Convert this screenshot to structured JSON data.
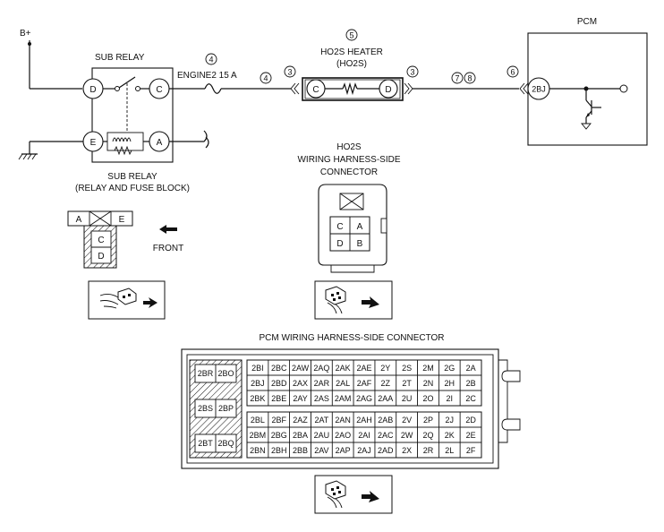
{
  "diagram": {
    "b_plus": "B+",
    "sub_relay_title": "SUB RELAY",
    "sub_relay_caption": [
      "SUB RELAY",
      "(RELAY AND FUSE BLOCK)"
    ],
    "relay_terminals": {
      "d": "D",
      "c": "C",
      "e": "E",
      "a": "A"
    },
    "fuse": {
      "marker": "4",
      "label": "ENGINE2 15 A",
      "marker2": "4"
    },
    "heater": {
      "marker": "5",
      "title": "HO2S HEATER",
      "subtitle": "(HO2S)",
      "left_conn": "3",
      "right_conn": "3",
      "term_left": "C",
      "term_right": "D"
    },
    "wire_markers": [
      "7",
      "8"
    ],
    "pcm_conn_marker": "6",
    "pcm_title": "PCM",
    "pcm_pin": "2BJ",
    "ho2s_connector": {
      "title": [
        "HO2S",
        "WIRING HARNESS-SIDE",
        "CONNECTOR"
      ],
      "pins": [
        "C",
        "A",
        "D",
        "B"
      ]
    },
    "relay_connector": {
      "pins_top": [
        "A",
        "E"
      ],
      "pins_bottom": [
        "C",
        "D"
      ],
      "front_label": "FRONT"
    },
    "pcm_connector": {
      "title": "PCM WIRING HARNESS-SIDE CONNECTOR",
      "left_pins": [
        "2BR",
        "2BO",
        "2BS",
        "2BP",
        "2BT",
        "2BQ"
      ],
      "upper_rows": [
        [
          "2BI",
          "2BC",
          "2AW",
          "2AQ",
          "2AK",
          "2AE",
          "2Y",
          "2S",
          "2M",
          "2G",
          "2A"
        ],
        [
          "2BJ",
          "2BD",
          "2AX",
          "2AR",
          "2AL",
          "2AF",
          "2Z",
          "2T",
          "2N",
          "2H",
          "2B"
        ],
        [
          "2BK",
          "2BE",
          "2AY",
          "2AS",
          "2AM",
          "2AG",
          "2AA",
          "2U",
          "2O",
          "2I",
          "2C"
        ]
      ],
      "lower_rows": [
        [
          "2BL",
          "2BF",
          "2AZ",
          "2AT",
          "2AN",
          "2AH",
          "2AB",
          "2V",
          "2P",
          "2J",
          "2D"
        ],
        [
          "2BM",
          "2BG",
          "2BA",
          "2AU",
          "2AO",
          "2AI",
          "2AC",
          "2W",
          "2Q",
          "2K",
          "2E"
        ],
        [
          "2BN",
          "2BH",
          "2BB",
          "2AV",
          "2AP",
          "2AJ",
          "2AD",
          "2X",
          "2R",
          "2L",
          "2F"
        ]
      ]
    }
  }
}
